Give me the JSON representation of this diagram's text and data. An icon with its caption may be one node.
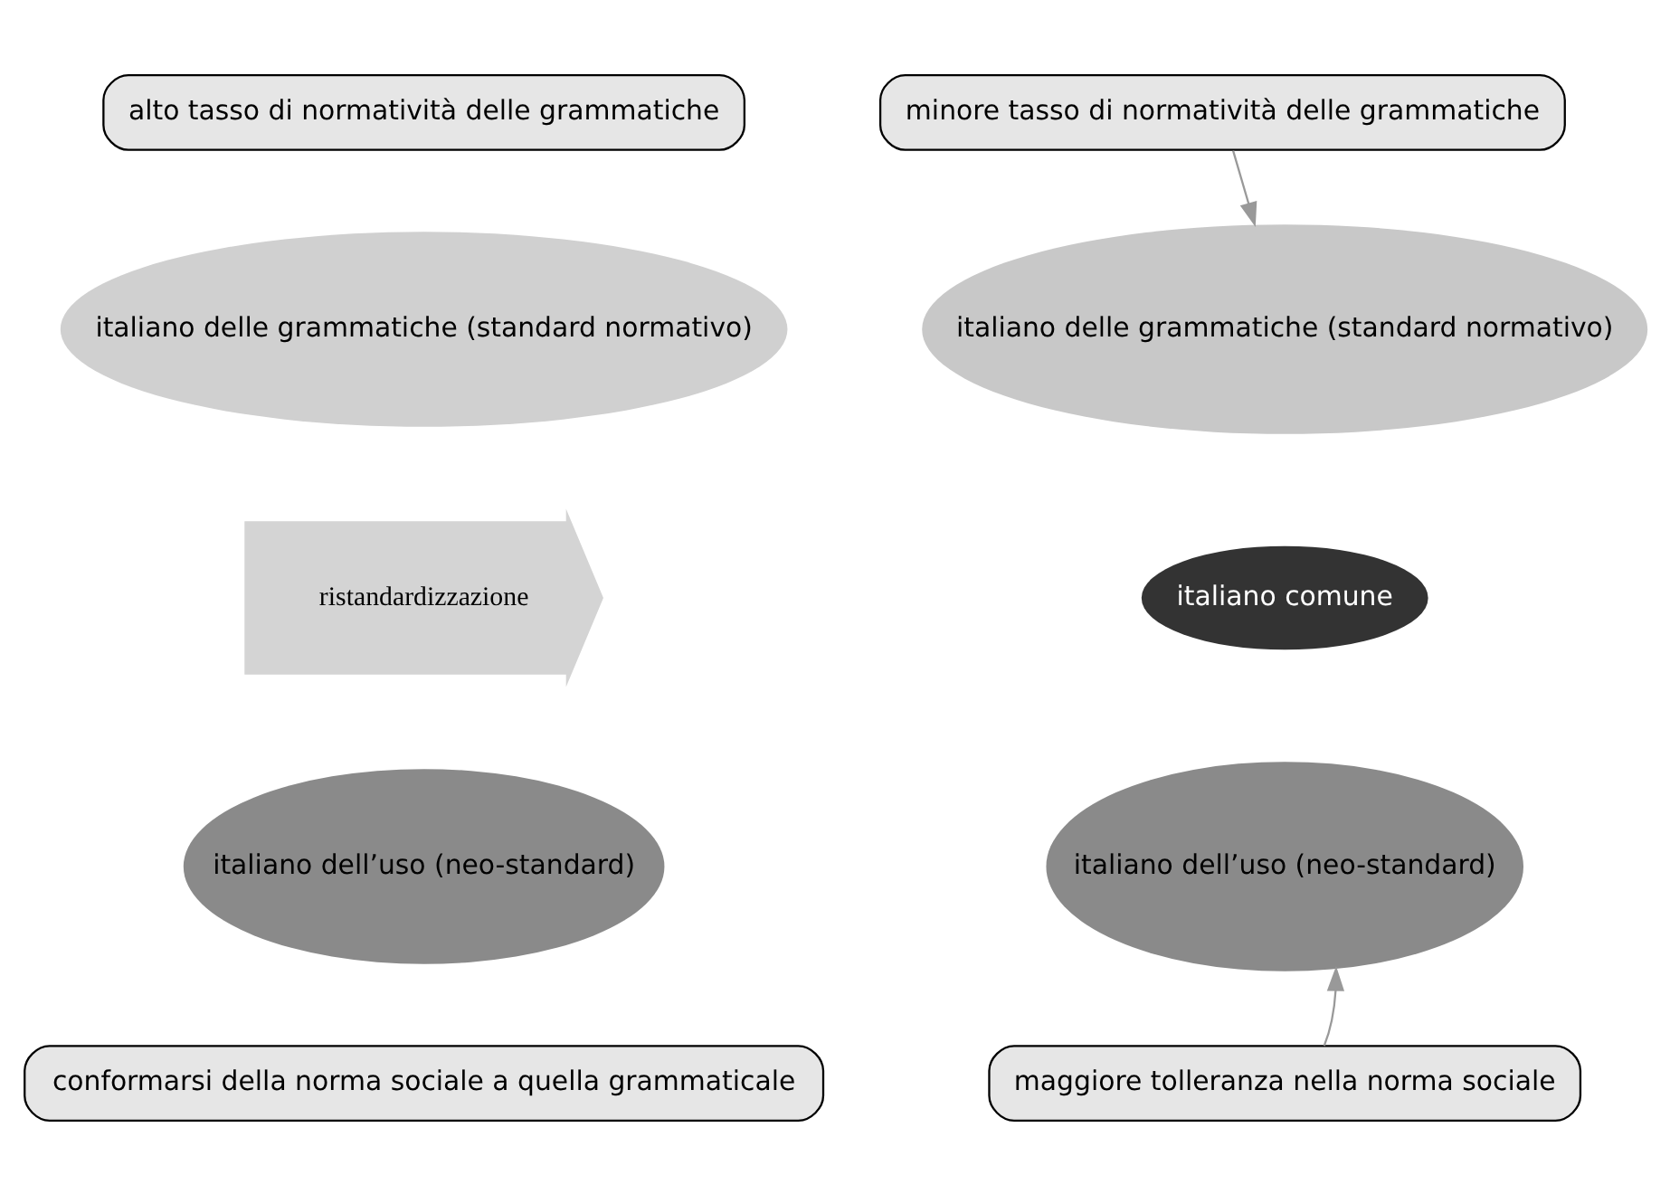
{
  "diagram": {
    "nodes": [
      {
        "text": [
          "alto tasso di normatività delle grammatiche"
        ]
      },
      {
        "text": [
          "minore tasso di normatività delle grammatiche"
        ]
      },
      {
        "text": [
          "italiano delle grammatiche (standard normativo)"
        ]
      },
      {
        "text": [
          "ristandardizzazione"
        ]
      },
      {
        "text": [
          "italiano delle grammatiche (standard normativo)"
        ]
      },
      {
        "text": [
          "italiano comune"
        ]
      },
      {
        "text": [
          "italiano dell’uso (neo-standard)"
        ]
      },
      {
        "text": [
          "italiano dell’uso (neo-standard)"
        ]
      },
      {
        "text": [
          "conformarsi della norma sociale a quella grammaticale"
        ]
      },
      {
        "text": [
          "maggiore tolleranza nella norma sociale"
        ]
      }
    ],
    "edges": [
      {
        "from": 1,
        "to": 4,
        "arrow": "to"
      },
      {
        "from": 9,
        "to": 7,
        "arrow": "to"
      }
    ]
  }
}
